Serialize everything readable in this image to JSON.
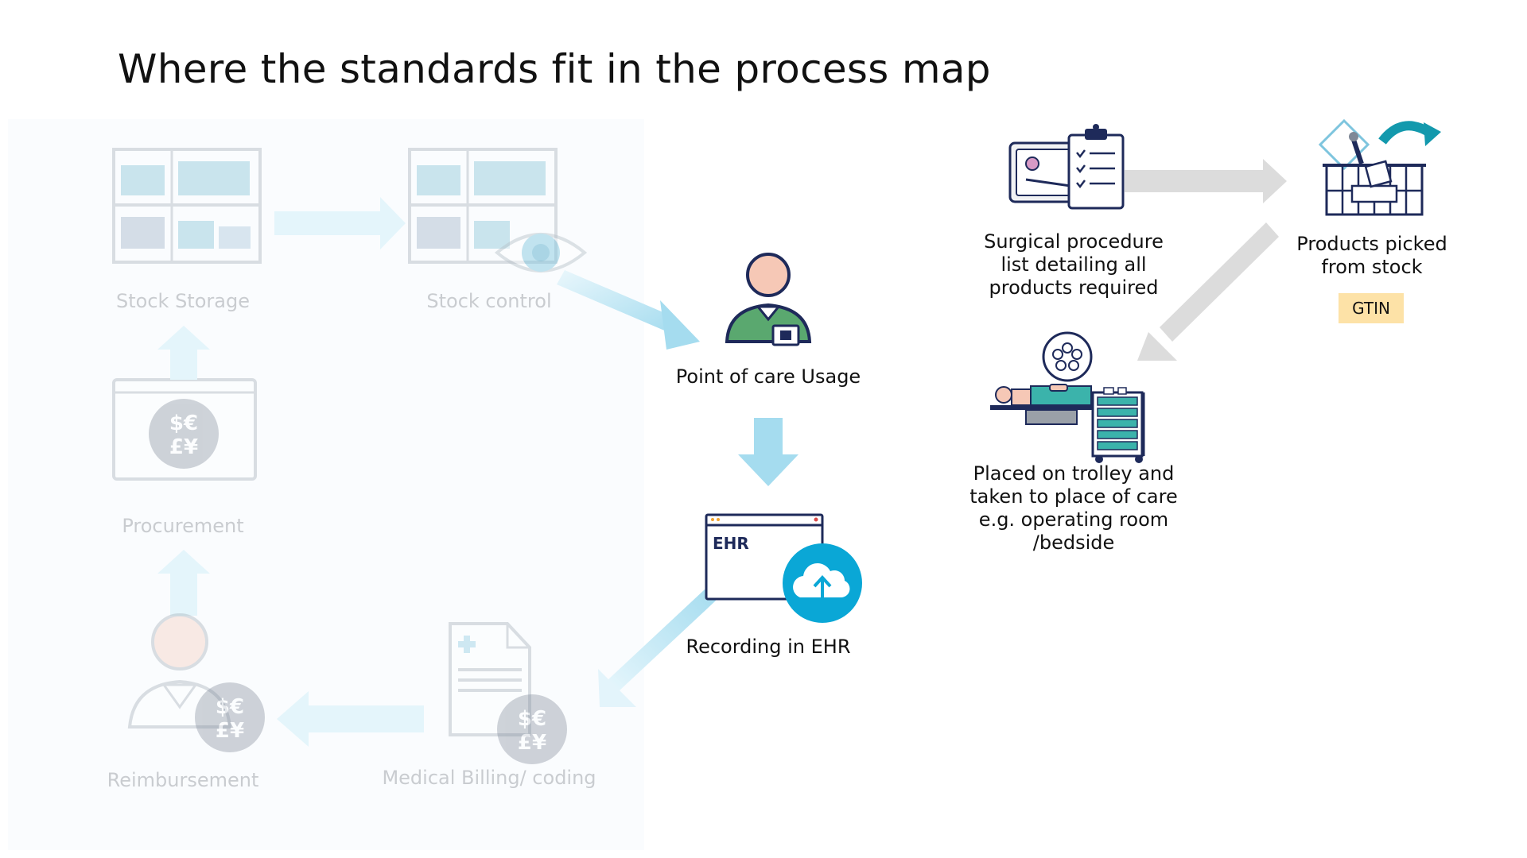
{
  "title": "Where the standards fit in the process map",
  "nodes": {
    "stock_storage": "Stock Storage",
    "stock_control": "Stock control",
    "point_of_care": "Point of care Usage",
    "recording_ehr": "Recording in EHR",
    "procurement": "Procurement",
    "reimbursement": "Reimbursement",
    "medical_billing": "Medical Billing/ coding",
    "surgical_list": "Surgical procedure list detailing all products required",
    "products_picked": "Products picked from stock",
    "placed_trolley": "Placed on trolley and taken to place of care e.g. operating room /bedside"
  },
  "ehr_screen_label": "EHR",
  "currency_symbols": [
    "$€",
    "£¥"
  ],
  "badge": "GTIN",
  "colors": {
    "faded_arrow": "#dff3fb",
    "active_arrow": "#a5dcef",
    "gray_arrow": "#dcdcdc",
    "cyan": "#0aa7d6",
    "navy": "#1e2a5a",
    "person_head": "#f6c8b6",
    "person_body": "#5aa86f",
    "badge": "#fde2a7"
  }
}
